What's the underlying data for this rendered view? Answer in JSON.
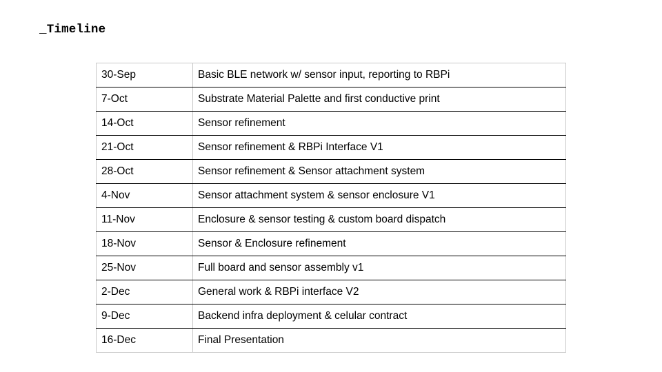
{
  "slide": {
    "title": "_Timeline",
    "background_color": "#ffffff",
    "text_color": "#000000",
    "row_divider_color": "#000000",
    "outer_border_color": "#c8c8c8"
  },
  "table": {
    "columns": [
      "date",
      "milestone"
    ],
    "rows": [
      {
        "date": "30-Sep",
        "milestone": "Basic BLE network w/ sensor input, reporting to RBPi"
      },
      {
        "date": "7-Oct",
        "milestone": "Substrate Material Palette and first conductive print"
      },
      {
        "date": "14-Oct",
        "milestone": "Sensor refinement"
      },
      {
        "date": "21-Oct",
        "milestone": "Sensor refinement & RBPi Interface V1"
      },
      {
        "date": "28-Oct",
        "milestone": "Sensor refinement & Sensor attachment system"
      },
      {
        "date": "4-Nov",
        "milestone": "Sensor attachment system & sensor enclosure V1"
      },
      {
        "date": "11-Nov",
        "milestone": "Enclosure & sensor testing & custom board dispatch"
      },
      {
        "date": "18-Nov",
        "milestone": "Sensor & Enclosure refinement"
      },
      {
        "date": "25-Nov",
        "milestone": "Full board and sensor assembly v1"
      },
      {
        "date": "2-Dec",
        "milestone": "General work & RBPi interface V2"
      },
      {
        "date": "9-Dec",
        "milestone": "Backend infra deployment & celular contract"
      },
      {
        "date": "16-Dec",
        "milestone": "Final Presentation"
      }
    ]
  }
}
